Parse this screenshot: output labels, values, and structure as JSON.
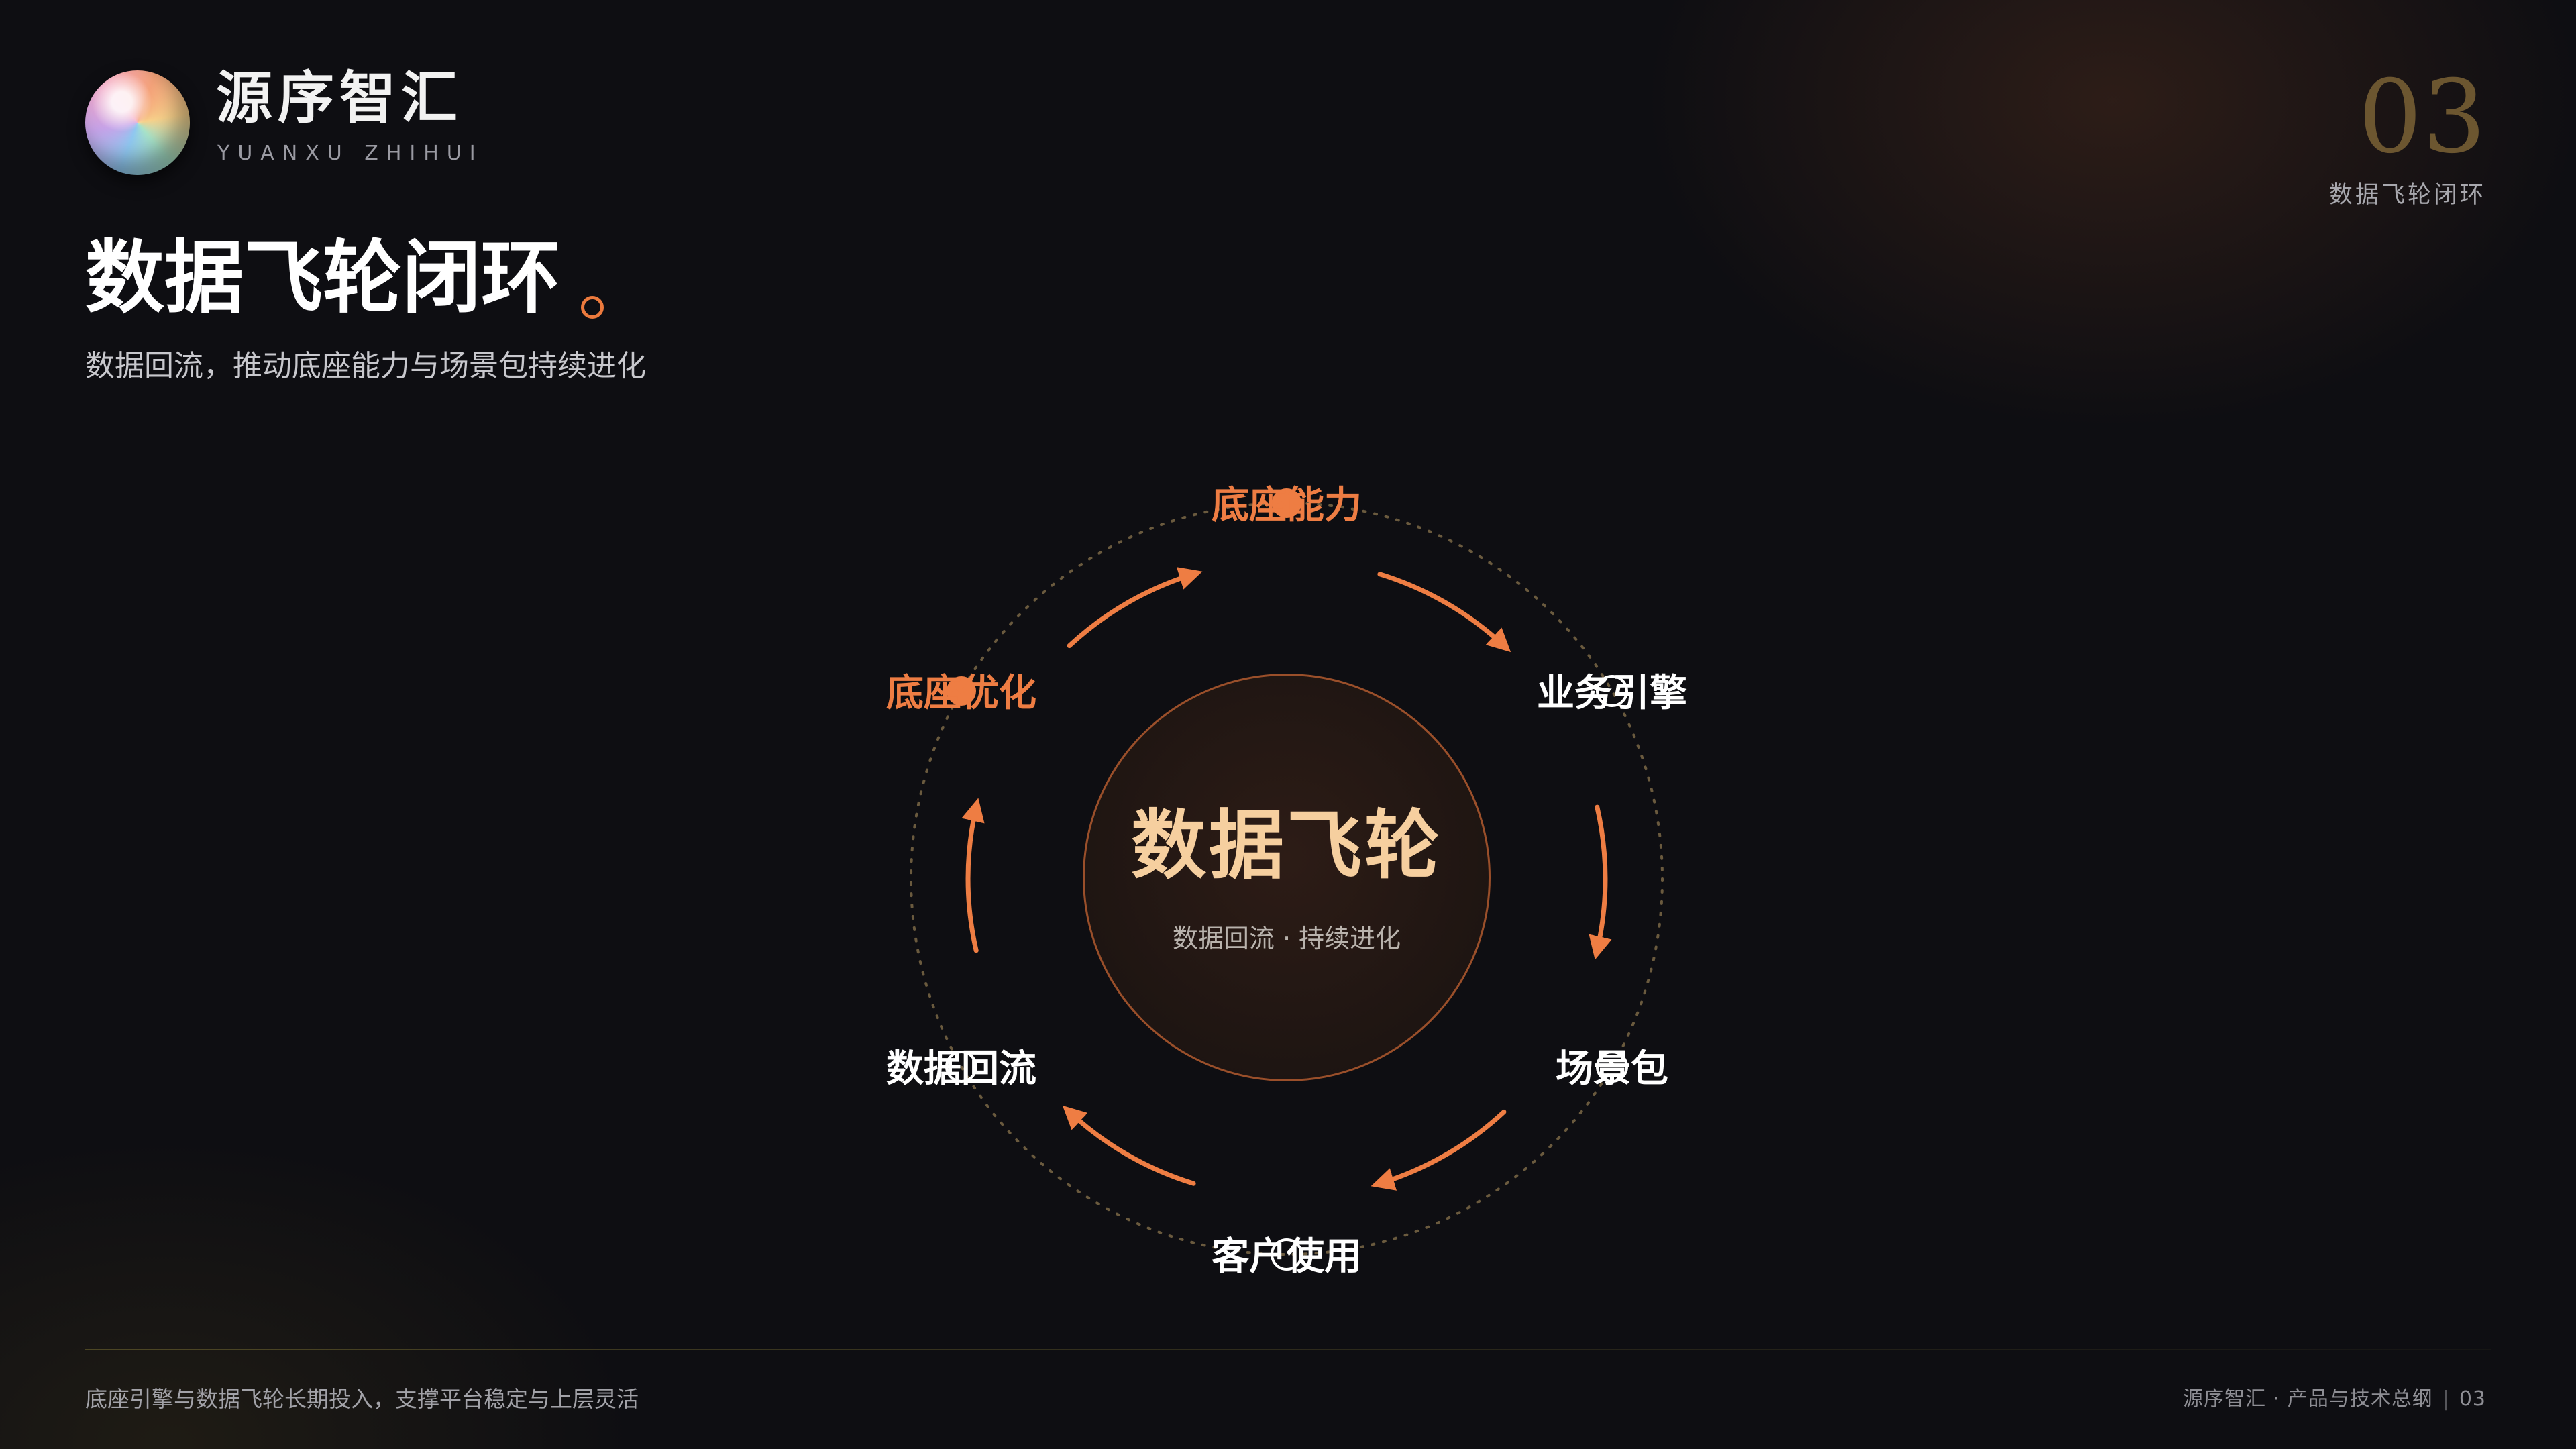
{
  "brand": {
    "name": "源序智汇",
    "pinyin": "YUANXU ZHIHUI"
  },
  "page_indicator": {
    "number": "03",
    "label": "数据飞轮闭环"
  },
  "header": {
    "title": "数据飞轮闭环",
    "subtitle": "数据回流，推动底座能力与场景包持续进化"
  },
  "flywheel": {
    "center_title": "数据飞轮",
    "center_subtitle": "数据回流 · 持续进化",
    "nodes": [
      {
        "label": "底座能力",
        "highlighted": true
      },
      {
        "label": "业务引擎",
        "highlighted": false
      },
      {
        "label": "场景包",
        "highlighted": false
      },
      {
        "label": "客户使用",
        "highlighted": false
      },
      {
        "label": "数据回流",
        "highlighted": false
      },
      {
        "label": "底座优化",
        "highlighted": true
      }
    ]
  },
  "footer": {
    "left": "底座引擎与数据飞轮长期投入，支撑平台稳定与上层灵活",
    "right_brand": "源序智汇 · 产品与技术总纲",
    "right_page": "03"
  },
  "colors": {
    "accent": "#ee7d43",
    "background": "#0e0e12",
    "gold": "#6c5630",
    "core_text": "#f6cf9f"
  }
}
